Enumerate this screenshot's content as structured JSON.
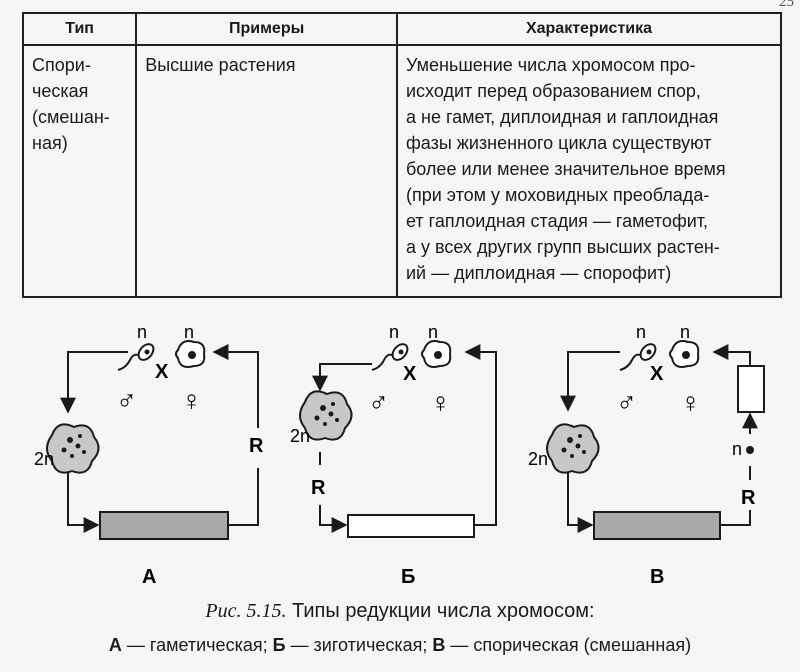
{
  "page_corner": "25",
  "table": {
    "headers": [
      "Тип",
      "Примеры",
      "Характеристика"
    ],
    "row": {
      "type_lines": [
        "Спори-",
        "ческая",
        "(смешан-",
        "ная)"
      ],
      "examples": "Высшие растения",
      "description_lines": [
        "Уменьшение числа хромосом про-",
        "исходит перед образованием спор,",
        "а не гамет, диплоидная и гаплоидная",
        "фазы жизненного цикла существуют",
        "более или менее значительное время",
        "(при этом у моховидных преоблада-",
        "ет гаплоидная стадия — гаметофит,",
        "а у всех других групп высших растен-",
        "ий — диплоидная — спорофит)"
      ]
    }
  },
  "figure": {
    "panels": [
      {
        "letter": "А",
        "haploid_left": "n",
        "haploid_right": "n",
        "cross": "X",
        "male": "♂",
        "female": "♀",
        "zygote_label": "2n",
        "reduction": "R",
        "bar_fill": "#a9a9a9"
      },
      {
        "letter": "Б",
        "haploid_left": "n",
        "haploid_right": "n",
        "cross": "X",
        "male": "♂",
        "female": "♀",
        "zygote_label": "2n",
        "reduction": "R",
        "bar_fill": "#ffffff"
      },
      {
        "letter": "В",
        "haploid_left": "n",
        "haploid_right": "n",
        "cross": "X",
        "male": "♂",
        "female": "♀",
        "zygote_label": "2n",
        "reduction": "R",
        "spore_label": "n",
        "bar_fill": "#a9a9a9"
      }
    ]
  },
  "caption": {
    "fig_num": "Рис. 5.15.",
    "text": " Типы редукции числа хромосом:"
  },
  "legend": {
    "a_key": "А",
    "a_text": " — гаметическая; ",
    "b_key": "Б",
    "b_text": " — зиготическая; ",
    "c_key": "В",
    "c_text": " — спорическая (смешанная)"
  }
}
